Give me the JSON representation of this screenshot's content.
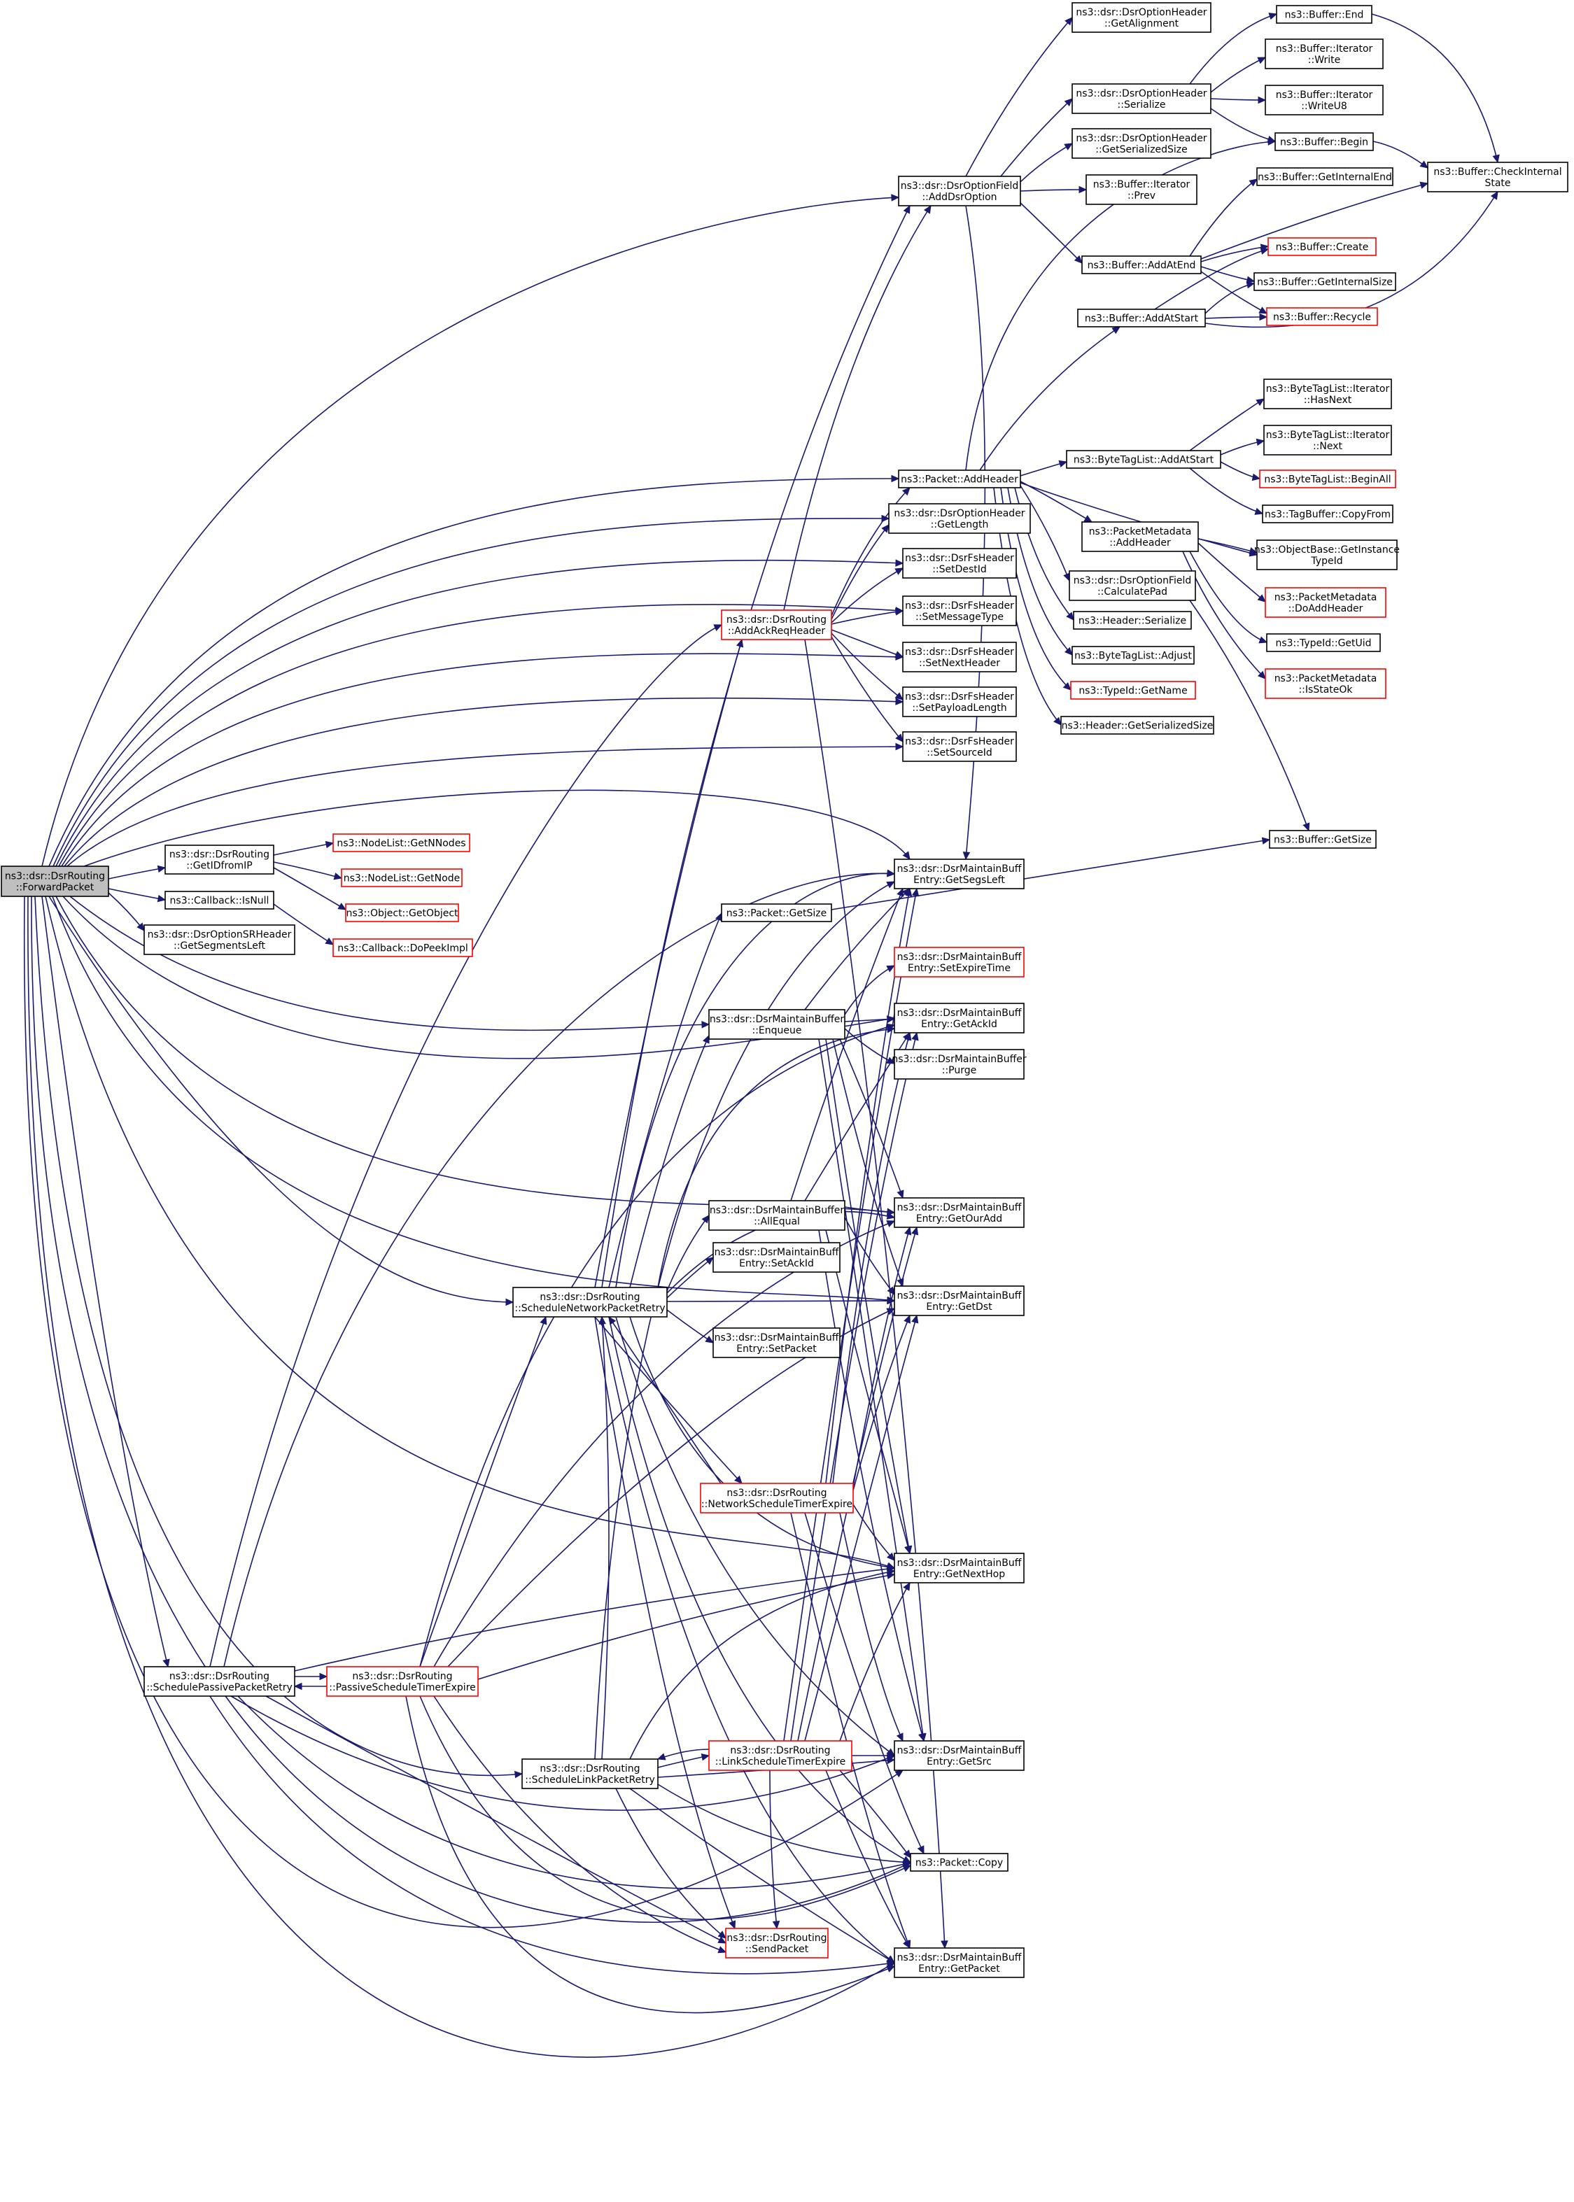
{
  "colors": {
    "edge": "#191970",
    "node_border": "#000000",
    "node_border_link_missing": "#ff0000",
    "node_fill": "#ffffff",
    "root_fill": "#bfbfbf"
  },
  "nodes": [
    {
      "id": "forward",
      "lines": [
        "ns3::dsr::DsrRouting",
        "::ForwardPacket"
      ],
      "root": true
    },
    {
      "id": "getIDfromIP",
      "lines": [
        "ns3::dsr::DsrRouting",
        "::GetIDfromIP"
      ]
    },
    {
      "id": "isNull",
      "lines": [
        "ns3::Callback::IsNull"
      ]
    },
    {
      "id": "getSegLeftSR",
      "lines": [
        "ns3::dsr::DsrOptionSRHeader",
        "::GetSegmentsLeft"
      ]
    },
    {
      "id": "getNNodes",
      "lines": [
        "ns3::NodeList::GetNNodes"
      ],
      "red": true
    },
    {
      "id": "getNode",
      "lines": [
        "ns3::NodeList::GetNode"
      ],
      "red": true
    },
    {
      "id": "getObject",
      "lines": [
        "ns3::Object::GetObject"
      ],
      "red": true
    },
    {
      "id": "doPeek",
      "lines": [
        "ns3::Callback::DoPeekImpl"
      ],
      "red": true
    },
    {
      "id": "schedPassive",
      "lines": [
        "ns3::dsr::DsrRouting",
        "::SchedulePassivePacketRetry"
      ]
    },
    {
      "id": "passiveExpire",
      "lines": [
        "ns3::dsr::DsrRouting",
        "::PassiveScheduleTimerExpire"
      ],
      "red": true
    },
    {
      "id": "schedLink",
      "lines": [
        "ns3::dsr::DsrRouting",
        "::ScheduleLinkPacketRetry"
      ]
    },
    {
      "id": "linkExpire",
      "lines": [
        "ns3::dsr::DsrRouting",
        "::LinkScheduleTimerExpire"
      ],
      "red": true
    },
    {
      "id": "schedNet",
      "lines": [
        "ns3::dsr::DsrRouting",
        "::ScheduleNetworkPacketRetry"
      ]
    },
    {
      "id": "netExpire",
      "lines": [
        "ns3::dsr::DsrRouting",
        "::NetworkScheduleTimerExpire"
      ],
      "red": true
    },
    {
      "id": "sendPacket",
      "lines": [
        "ns3::dsr::DsrRouting",
        "::SendPacket"
      ],
      "red": true
    },
    {
      "id": "addAck",
      "lines": [
        "ns3::dsr::DsrRouting",
        "::AddAckReqHeader"
      ],
      "red": true
    },
    {
      "id": "enqueue",
      "lines": [
        "ns3::dsr::DsrMaintainBuffer",
        "::Enqueue"
      ]
    },
    {
      "id": "allEqual",
      "lines": [
        "ns3::dsr::DsrMaintainBuffer",
        "::AllEqual"
      ]
    },
    {
      "id": "setAckId",
      "lines": [
        "ns3::dsr::DsrMaintainBuff",
        "Entry::SetAckId"
      ]
    },
    {
      "id": "setPacket",
      "lines": [
        "ns3::dsr::DsrMaintainBuff",
        "Entry::SetPacket"
      ]
    },
    {
      "id": "pktGetSize",
      "lines": [
        "ns3::Packet::GetSize"
      ]
    },
    {
      "id": "getSegsLeft",
      "lines": [
        "ns3::dsr::DsrMaintainBuff",
        "Entry::GetSegsLeft"
      ]
    },
    {
      "id": "setExpire",
      "lines": [
        "ns3::dsr::DsrMaintainBuff",
        "Entry::SetExpireTime"
      ],
      "red": true
    },
    {
      "id": "getAckId",
      "lines": [
        "ns3::dsr::DsrMaintainBuff",
        "Entry::GetAckId"
      ]
    },
    {
      "id": "purge",
      "lines": [
        "ns3::dsr::DsrMaintainBuffer",
        "::Purge"
      ]
    },
    {
      "id": "getOurAdd",
      "lines": [
        "ns3::dsr::DsrMaintainBuff",
        "Entry::GetOurAdd"
      ]
    },
    {
      "id": "getDst",
      "lines": [
        "ns3::dsr::DsrMaintainBuff",
        "Entry::GetDst"
      ]
    },
    {
      "id": "getNextHop",
      "lines": [
        "ns3::dsr::DsrMaintainBuff",
        "Entry::GetNextHop"
      ]
    },
    {
      "id": "getSrc",
      "lines": [
        "ns3::dsr::DsrMaintainBuff",
        "Entry::GetSrc"
      ]
    },
    {
      "id": "pktCopy",
      "lines": [
        "ns3::Packet::Copy"
      ]
    },
    {
      "id": "getPacket",
      "lines": [
        "ns3::dsr::DsrMaintainBuff",
        "Entry::GetPacket"
      ]
    },
    {
      "id": "addDsrOption",
      "lines": [
        "ns3::dsr::DsrOptionField",
        "::AddDsrOption"
      ]
    },
    {
      "id": "addHeader",
      "lines": [
        "ns3::Packet::AddHeader"
      ]
    },
    {
      "id": "optGetLength",
      "lines": [
        "ns3::dsr::DsrOptionHeader",
        "::GetLength"
      ]
    },
    {
      "id": "setDestId",
      "lines": [
        "ns3::dsr::DsrFsHeader",
        "::SetDestId"
      ]
    },
    {
      "id": "setMsgType",
      "lines": [
        "ns3::dsr::DsrFsHeader",
        "::SetMessageType"
      ]
    },
    {
      "id": "setNextHeader",
      "lines": [
        "ns3::dsr::DsrFsHeader",
        "::SetNextHeader"
      ]
    },
    {
      "id": "setPayloadLen",
      "lines": [
        "ns3::dsr::DsrFsHeader",
        "::SetPayloadLength"
      ]
    },
    {
      "id": "setSourceId",
      "lines": [
        "ns3::dsr::DsrFsHeader",
        "::SetSourceId"
      ]
    },
    {
      "id": "optGetAlign",
      "lines": [
        "ns3::dsr::DsrOptionHeader",
        "::GetAlignment"
      ]
    },
    {
      "id": "optSerialize",
      "lines": [
        "ns3::dsr::DsrOptionHeader",
        "::Serialize"
      ]
    },
    {
      "id": "optGetSerSize",
      "lines": [
        "ns3::dsr::DsrOptionHeader",
        "::GetSerializedSize"
      ]
    },
    {
      "id": "iterPrev",
      "lines": [
        "ns3::Buffer::Iterator",
        "::Prev"
      ]
    },
    {
      "id": "bufAddAtEnd",
      "lines": [
        "ns3::Buffer::AddAtEnd"
      ]
    },
    {
      "id": "bufAddAtStart",
      "lines": [
        "ns3::Buffer::AddAtStart"
      ]
    },
    {
      "id": "bufEnd",
      "lines": [
        "ns3::Buffer::End"
      ]
    },
    {
      "id": "iterWrite",
      "lines": [
        "ns3::Buffer::Iterator",
        "::Write"
      ]
    },
    {
      "id": "iterWriteU8",
      "lines": [
        "ns3::Buffer::Iterator",
        "::WriteU8"
      ]
    },
    {
      "id": "bufBegin",
      "lines": [
        "ns3::Buffer::Begin"
      ]
    },
    {
      "id": "bufGetIntEnd",
      "lines": [
        "ns3::Buffer::GetInternalEnd"
      ]
    },
    {
      "id": "bufCreate",
      "lines": [
        "ns3::Buffer::Create"
      ],
      "red": true
    },
    {
      "id": "bufGetIntSize",
      "lines": [
        "ns3::Buffer::GetInternalSize"
      ]
    },
    {
      "id": "bufRecycle",
      "lines": [
        "ns3::Buffer::Recycle"
      ],
      "red": true
    },
    {
      "id": "bufCheck",
      "lines": [
        "ns3::Buffer::CheckInternal",
        "State"
      ]
    },
    {
      "id": "btlAddAtStart",
      "lines": [
        "ns3::ByteTagList::AddAtStart"
      ]
    },
    {
      "id": "btlHasNext",
      "lines": [
        "ns3::ByteTagList::Iterator",
        "::HasNext"
      ]
    },
    {
      "id": "btlNext",
      "lines": [
        "ns3::ByteTagList::Iterator",
        "::Next"
      ]
    },
    {
      "id": "btlBeginAll",
      "lines": [
        "ns3::ByteTagList::BeginAll"
      ],
      "red": true
    },
    {
      "id": "tagCopyFrom",
      "lines": [
        "ns3::TagBuffer::CopyFrom"
      ]
    },
    {
      "id": "pmAddHeader",
      "lines": [
        "ns3::PacketMetadata",
        "::AddHeader"
      ]
    },
    {
      "id": "objGetTid",
      "lines": [
        "ns3::ObjectBase::GetInstance",
        "TypeId"
      ]
    },
    {
      "id": "pmDoAdd",
      "lines": [
        "ns3::PacketMetadata",
        "::DoAddHeader"
      ],
      "red": true
    },
    {
      "id": "calcPad",
      "lines": [
        "ns3::dsr::DsrOptionField",
        "::CalculatePad"
      ]
    },
    {
      "id": "hdrSerialize",
      "lines": [
        "ns3::Header::Serialize"
      ]
    },
    {
      "id": "tidGetUid",
      "lines": [
        "ns3::TypeId::GetUid"
      ]
    },
    {
      "id": "btlAdjust",
      "lines": [
        "ns3::ByteTagList::Adjust"
      ]
    },
    {
      "id": "tidGetName",
      "lines": [
        "ns3::TypeId::GetName"
      ],
      "red": true
    },
    {
      "id": "pmIsStateOk",
      "lines": [
        "ns3::PacketMetadata",
        "::IsStateOk"
      ],
      "red": true
    },
    {
      "id": "hdrGetSerSize",
      "lines": [
        "ns3::Header::GetSerializedSize"
      ]
    },
    {
      "id": "bufGetSize",
      "lines": [
        "ns3::Buffer::GetSize"
      ]
    }
  ]
}
